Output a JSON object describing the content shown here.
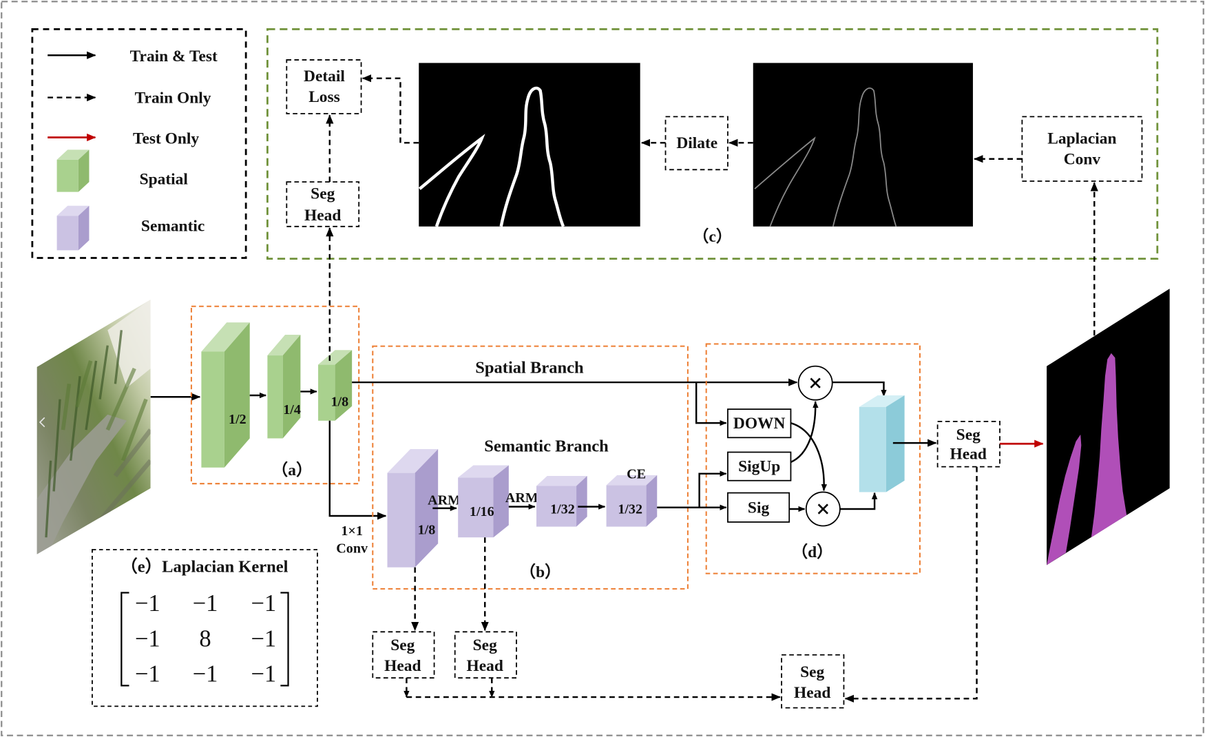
{
  "legend": {
    "train_test": "Train & Test",
    "train_only": "Train Only",
    "test_only": "Test Only",
    "spatial": "Spatial",
    "semantic": "Semantic"
  },
  "panel_c": {
    "label": "（c）",
    "detail_loss": [
      "Detail",
      "Loss"
    ],
    "seg_head": [
      "Seg",
      "Head"
    ],
    "dilate": "Dilate",
    "laplacian_conv": [
      "Laplacian",
      "Conv"
    ]
  },
  "panel_a": {
    "label": "（a）",
    "blocks": [
      "1/2",
      "1/4",
      "1/8"
    ],
    "conv": [
      "1×1",
      "Conv"
    ]
  },
  "panel_b": {
    "label": "（b）",
    "spatial_branch": "Spatial Branch",
    "semantic_branch": "Semantic Branch",
    "blocks": [
      "1/8",
      "1/16",
      "1/32",
      "1/32"
    ],
    "arm": [
      "ARM",
      "ARM"
    ],
    "ce": "CE",
    "aux_seg_heads": [
      [
        "Seg",
        "Head"
      ],
      [
        "Seg",
        "Head"
      ]
    ]
  },
  "panel_d": {
    "label": "（d）",
    "down": "DOWN",
    "sigup": "SigUp",
    "sig": "Sig"
  },
  "aux_seg_head": [
    "Seg",
    "Head"
  ],
  "output_seg_head": [
    "Seg",
    "Head"
  ],
  "panel_e": {
    "title": "（e）Laplacian Kernel",
    "matrix": [
      [
        "−1",
        "−1",
        "−1"
      ],
      [
        "−1",
        "8",
        "−1"
      ],
      [
        "−1",
        "−1",
        "−1"
      ]
    ]
  },
  "icons": {
    "multiply": "multiply-circle-icon",
    "input_overlay": "chevron-left-icon"
  },
  "colors": {
    "spatial_front": "#a9d18e",
    "spatial_side": "#8fba6e",
    "spatial_top": "#c6e0b4",
    "semantic_front": "#cbc2e3",
    "semantic_side": "#aa9dcd",
    "semantic_top": "#ded8ef",
    "fusion_front": "#b3e0ea",
    "fusion_side": "#8ccbd9",
    "fusion_top": "#d4eff5",
    "test_only_arrow": "#c00000",
    "module_border": "#ed7d31",
    "panel_c_border": "#70923a",
    "outer_border": "#8c8c8c",
    "mask": "#b04fb8"
  }
}
